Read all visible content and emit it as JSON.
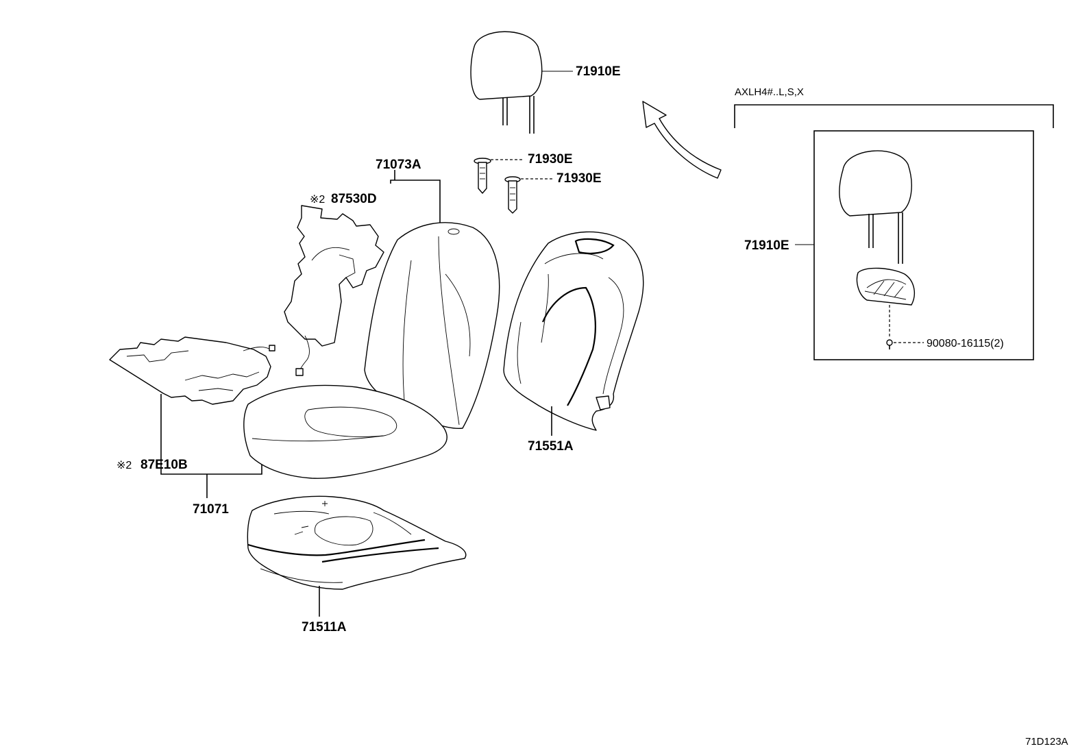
{
  "labels": {
    "headrest_top": "71910E",
    "support_1": "71930E",
    "support_2": "71930E",
    "back_pad": "71073A",
    "back_heater_mark": "※2",
    "back_heater": "87530D",
    "seat_heater_mark": "※2",
    "seat_heater": "87E10B",
    "cushion_assy": "71071",
    "back_cover": "71551A",
    "cushion_cover": "71511A",
    "variant_code": "AXLH4#..L,S,X",
    "headrest_variant": "71910E",
    "screw": "90080-16115(2)",
    "figure_code": "71D123A"
  }
}
